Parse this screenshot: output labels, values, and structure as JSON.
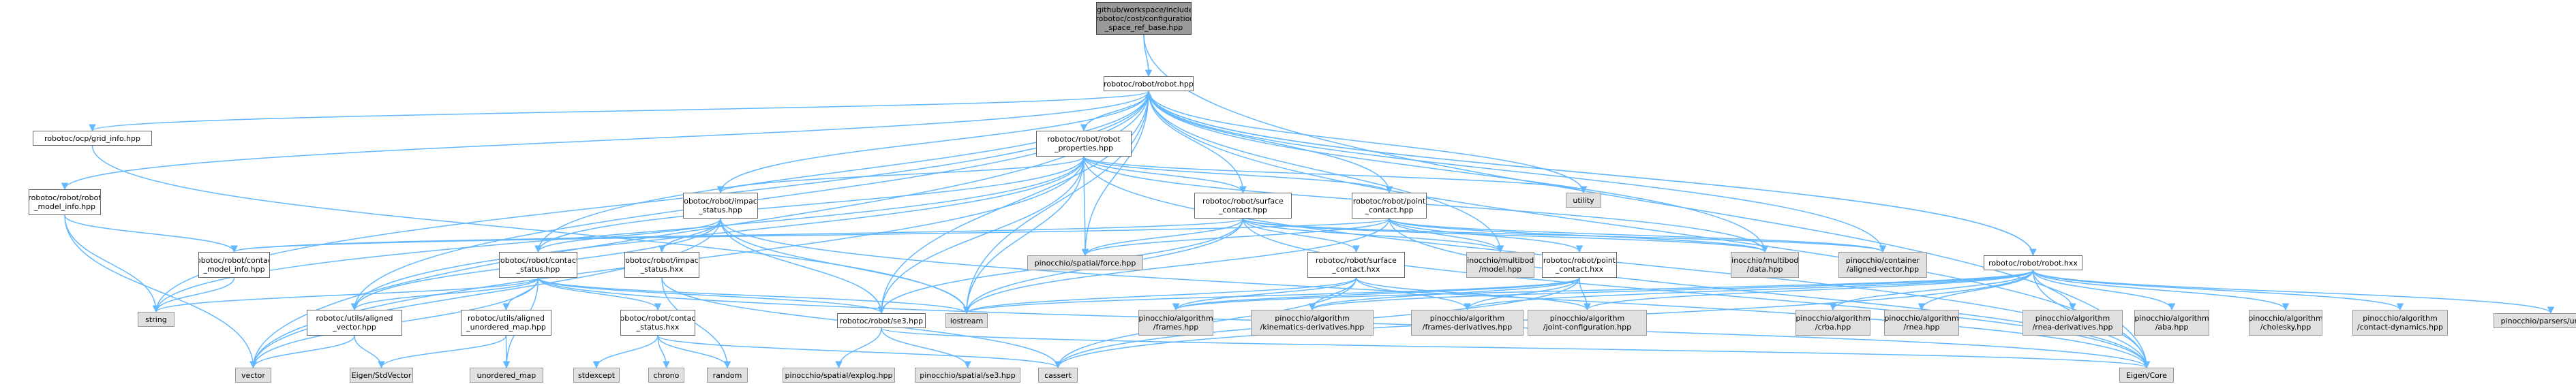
{
  "diagram": {
    "colors": {
      "edge": "#63b8ff",
      "workspace_node_fill": "#ffffff",
      "external_node_fill": "#e0e0e0",
      "root_node_fill": "#999999",
      "node_border": "#666666"
    },
    "nodes": {
      "root": "/github/workspace/include\n/robotoc/cost/configuration\n_space_ref_base.hpp",
      "robot_hpp": "robotoc/robot/robot.hpp",
      "grid_info": "robotoc/ocp/grid_info.hpp",
      "robot_model_info": "robotoc/robot/robot\n_model_info.hpp",
      "robot_properties": "robotoc/robot/robot\n_properties.hpp",
      "utility": "utility",
      "impact_status_hpp": "robotoc/robot/impact\n_status.hpp",
      "surface_contact_hpp": "robotoc/robot/surface\n_contact.hpp",
      "point_contact_hpp": "robotoc/robot/point\n_contact.hpp",
      "contact_model_info": "robotoc/robot/contact\n_model_info.hpp",
      "contact_status_hpp": "robotoc/robot/contact\n_status.hpp",
      "impact_status_hxx": "robotoc/robot/impact\n_status.hxx",
      "spatial_force": "pinocchio/spatial/force.hpp",
      "surface_contact_hxx": "robotoc/robot/surface\n_contact.hxx",
      "multibody_model": "pinocchio/multibody\n/model.hpp",
      "point_contact_hxx": "robotoc/robot/point\n_contact.hxx",
      "multibody_data": "pinocchio/multibody\n/data.hpp",
      "aligned_vector_pin": "pinocchio/container\n/aligned-vector.hpp",
      "robot_hxx": "robotoc/robot/robot.hxx",
      "string": "string",
      "utils_aligned_vector": "robotoc/utils/aligned\n_vector.hpp",
      "utils_unordered_map": "robotoc/utils/aligned\n_unordered_map.hpp",
      "contact_status_hxx": "robotoc/robot/contact\n_status.hxx",
      "iostream": "iostream",
      "se3_hpp": "robotoc/robot/se3.hpp",
      "alg_frames": "pinocchio/algorithm\n/frames.hpp",
      "alg_kinematics_derivatives": "pinocchio/algorithm\n/kinematics-derivatives.hpp",
      "alg_frames_derivatives": "pinocchio/algorithm\n/frames-derivatives.hpp",
      "alg_joint_configuration": "pinocchio/algorithm\n/joint-configuration.hpp",
      "alg_crba": "pinocchio/algorithm\n/crba.hpp",
      "alg_rnea": "pinocchio/algorithm\n/rnea.hpp",
      "alg_rnea_derivatives": "pinocchio/algorithm\n/rnea-derivatives.hpp",
      "alg_aba": "pinocchio/algorithm\n/aba.hpp",
      "alg_cholesky": "pinocchio/algorithm\n/cholesky.hpp",
      "alg_contact_dynamics": "pinocchio/algorithm\n/contact-dynamics.hpp",
      "parsers_urdf": "pinocchio/parsers/urdf.hpp",
      "vector": "vector",
      "eigen_stdvector": "Eigen/StdVector",
      "unordered_map": "unordered_map",
      "stdexcept": "stdexcept",
      "chrono": "chrono",
      "random": "random",
      "spatial_explog": "pinocchio/spatial/explog.hpp",
      "spatial_se3": "pinocchio/spatial/se3.hpp",
      "cassert": "cassert",
      "eigen_core": "Eigen/Core"
    }
  }
}
